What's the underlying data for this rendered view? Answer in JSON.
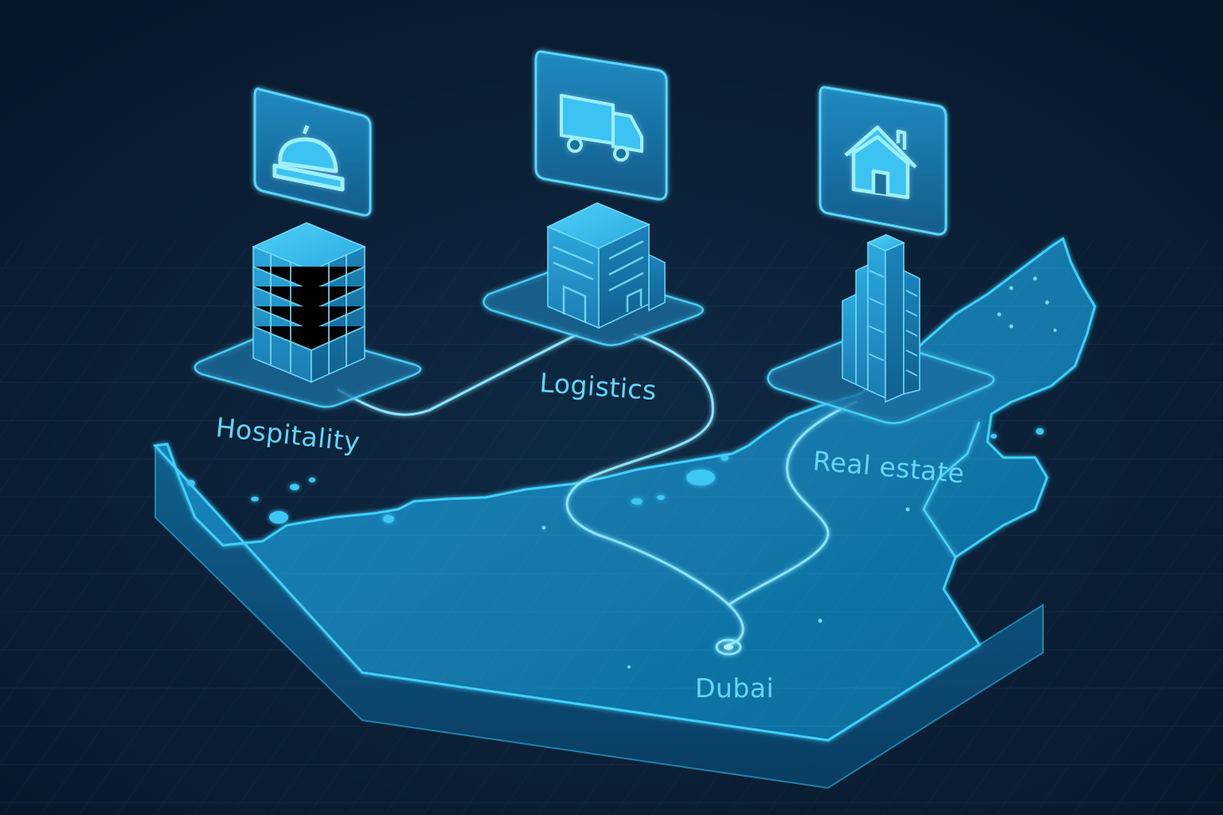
{
  "colors": {
    "background": "#0a1a2e",
    "map_fill": "#127fb3",
    "map_edge": "#35c8f5",
    "label": "#63d6f7",
    "route": "#8ae6ff"
  },
  "sectors": [
    {
      "label": "Hospitality",
      "icon": "food-cloche-icon",
      "building": "office-tower"
    },
    {
      "label": "Logistics",
      "icon": "delivery-truck-icon",
      "building": "warehouse-block"
    },
    {
      "label": "Real estate",
      "icon": "house-icon",
      "building": "skyscraper"
    }
  ],
  "hub": {
    "label": "Dubai"
  }
}
